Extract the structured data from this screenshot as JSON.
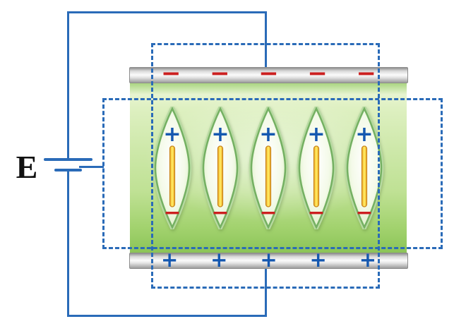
{
  "diagram": {
    "source_label": "E",
    "top_electrode": {
      "symbol": "−",
      "count": 5,
      "polarity": "negative"
    },
    "bottom_electrode": {
      "symbol": "+",
      "count": 5,
      "polarity": "positive"
    },
    "vesicle": {
      "count": 5,
      "top_symbol": "+",
      "bottom_symbol": "−"
    },
    "colors": {
      "wire_blue": "#2a6bb8",
      "charge_minus_red": "#cc2020",
      "charge_plus_blue": "#1558b0",
      "rod_yellow": "#ffe95e",
      "rod_orange": "#e89b1e",
      "medium_green": "#a9d67f",
      "electrode_silver": "#d9d9d9",
      "vesicle_outline_green": "#74b062"
    }
  }
}
